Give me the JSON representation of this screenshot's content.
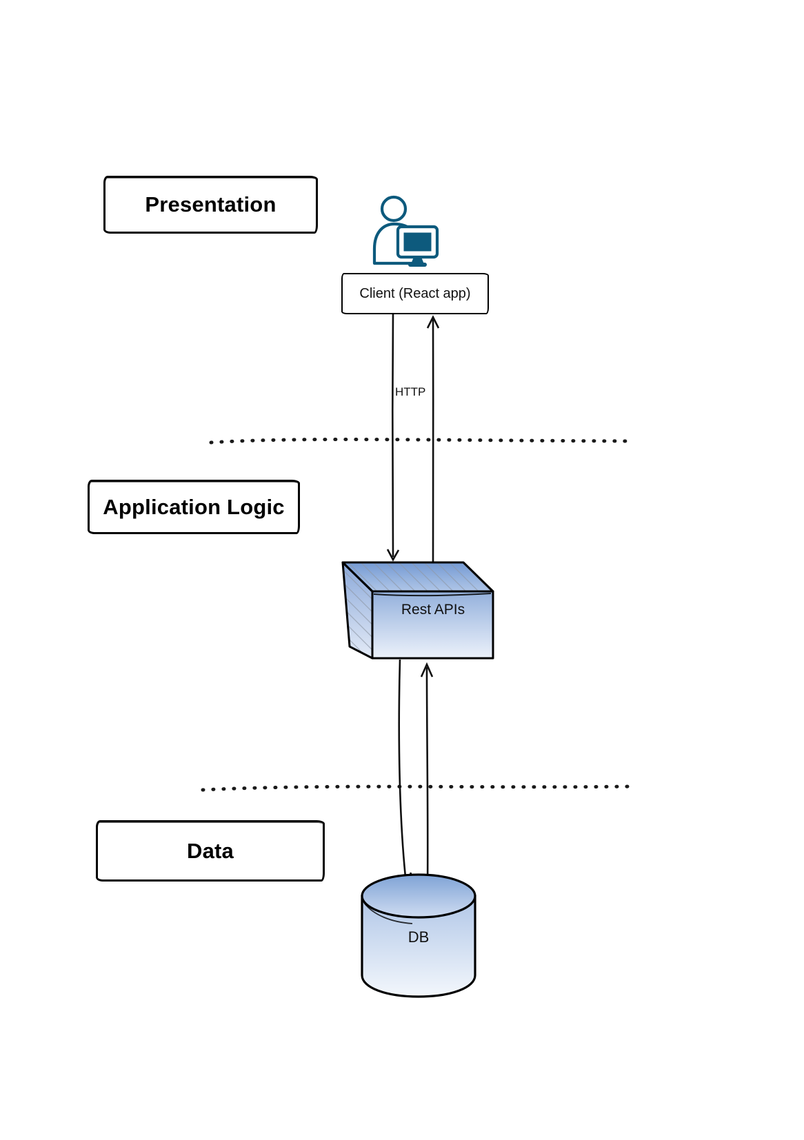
{
  "layers": {
    "presentation": {
      "label": "Presentation"
    },
    "application_logic": {
      "label": "Application Logic"
    },
    "data": {
      "label": "Data"
    }
  },
  "nodes": {
    "client": {
      "label": "Client (React app)"
    },
    "rest_apis": {
      "label": "Rest APIs"
    },
    "db": {
      "label": "DB"
    }
  },
  "edges": {
    "client_api": {
      "label": "HTTP"
    }
  },
  "icons": {
    "user_at_computer": "person-with-monitor-icon"
  },
  "colors": {
    "icon_teal": "#0d5a7d",
    "box_top_face": "#7298d2",
    "box_front_top": "#93b0dc",
    "box_front_bottom": "#eef3fb",
    "cylinder_top": "#7fa3d6",
    "cylinder_bottom": "#f3f7fc",
    "stroke": "#000000",
    "hatch": "#8d97a5"
  }
}
